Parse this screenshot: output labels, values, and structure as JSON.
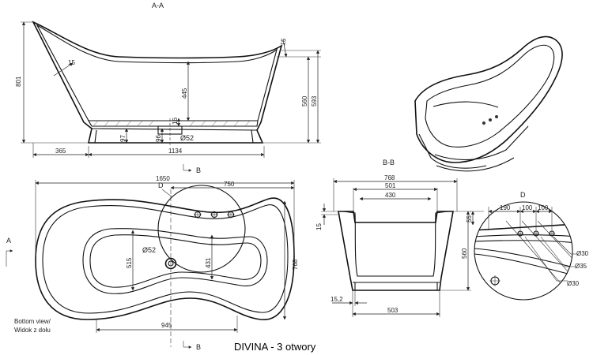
{
  "drawing": {
    "caption": "DIVINA - 3 otwory",
    "section_aa": {
      "label": "A-A",
      "dims": {
        "total_height": "801",
        "wall_thickness": "15",
        "top_thickness": "15",
        "depth_445": "445",
        "height_560": "560",
        "height_593": "593",
        "d16": "16",
        "d97": "97",
        "d96": "96",
        "drain": "Ø52",
        "left_365": "365",
        "bottom_1134": "1134"
      }
    },
    "section_bb": {
      "label": "B-B",
      "dims": {
        "width_768": "768",
        "width_501": "501",
        "width_430": "430",
        "rim_15": "15",
        "height_560": "560",
        "foot_15_2": "15,2",
        "base_503": "503"
      }
    },
    "plan_view": {
      "section_marker_a": "A",
      "section_marker_b": "B",
      "detail_marker": "D",
      "dims": {
        "length_1650": "1650",
        "offset_750": "750",
        "drain": "Ø52",
        "inner_515": "515",
        "inner_431": "431",
        "width_768": "768",
        "bottom_945": "945"
      },
      "note_line1": "Bottom view/",
      "note_line2": "Widok z dołu"
    },
    "detail_d": {
      "label": "D",
      "dims": {
        "h55": "55",
        "d190": "190",
        "d100a": "100",
        "d100b": "100",
        "hole30a": "Ø30",
        "hole35": "Ø35",
        "hole30b": "Ø30"
      }
    }
  }
}
